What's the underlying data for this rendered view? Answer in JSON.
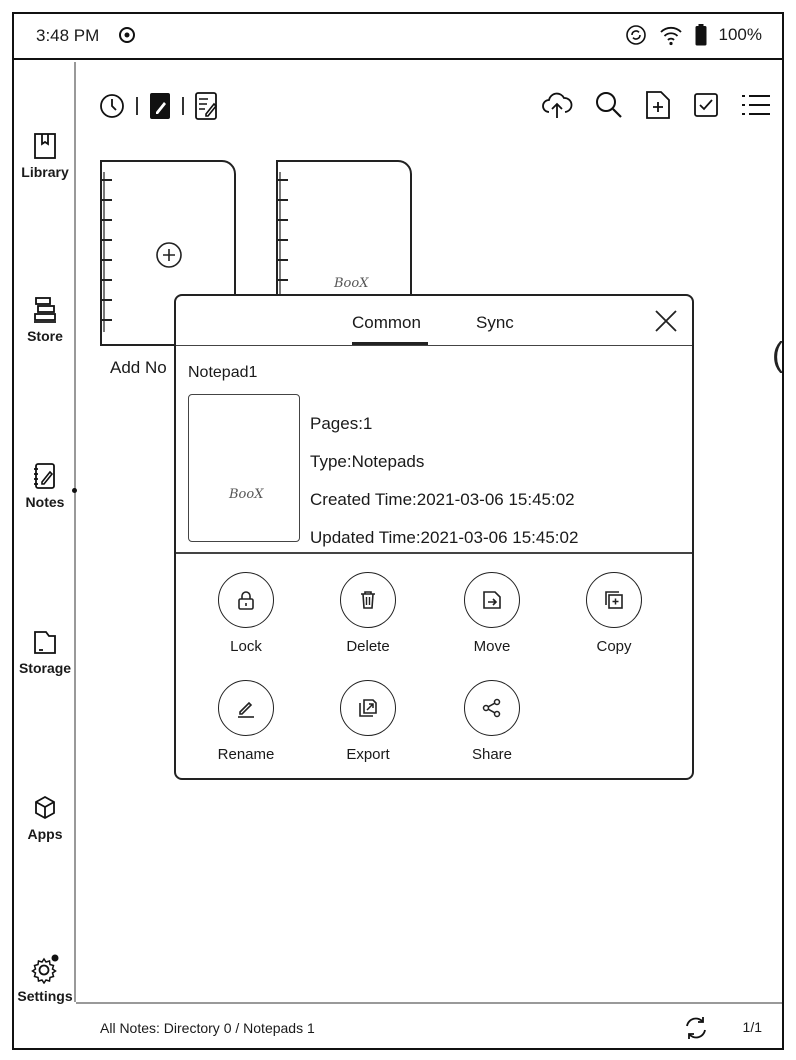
{
  "status": {
    "time": "3:48 PM",
    "battery": "100%"
  },
  "sidebar": {
    "items": [
      {
        "label": "Library",
        "icon": "library-icon"
      },
      {
        "label": "Store",
        "icon": "store-icon"
      },
      {
        "label": "Notes",
        "icon": "notes-icon",
        "active": true
      },
      {
        "label": "Storage",
        "icon": "storage-icon"
      },
      {
        "label": "Apps",
        "icon": "apps-icon"
      },
      {
        "label": "Settings",
        "icon": "settings-icon",
        "badge": true
      }
    ]
  },
  "toolbar": {
    "left_icons": [
      "recent-clock-icon",
      "notepad-filled-icon",
      "notepad-outline-icon"
    ],
    "right_icons": [
      "cloud-sync-icon",
      "search-icon",
      "new-note-icon",
      "multi-select-icon",
      "list-view-icon"
    ]
  },
  "grid": {
    "add_card_label": "Add No",
    "second_card_sign": "BooX"
  },
  "popup": {
    "tabs": [
      {
        "label": "Common",
        "active": true
      },
      {
        "label": "Sync",
        "active": false
      }
    ],
    "doc_title": "Notepad1",
    "thumb_sign": "BooX",
    "info": {
      "pages": "Pages:1",
      "type": "Type:Notepads",
      "created": "Created Time:2021-03-06 15:45:02",
      "updated": "Updated Time:2021-03-06 15:45:02"
    },
    "actions": [
      {
        "label": "Lock",
        "icon": "lock-icon"
      },
      {
        "label": "Delete",
        "icon": "trash-icon"
      },
      {
        "label": "Move",
        "icon": "move-icon"
      },
      {
        "label": "Copy",
        "icon": "copy-icon"
      },
      {
        "label": "Rename",
        "icon": "pencil-icon"
      },
      {
        "label": "Export",
        "icon": "export-icon"
      },
      {
        "label": "Share",
        "icon": "share-icon"
      }
    ]
  },
  "bottom": {
    "summary": "All Notes: Directory 0 / Notepads 1",
    "page": "1/1"
  }
}
